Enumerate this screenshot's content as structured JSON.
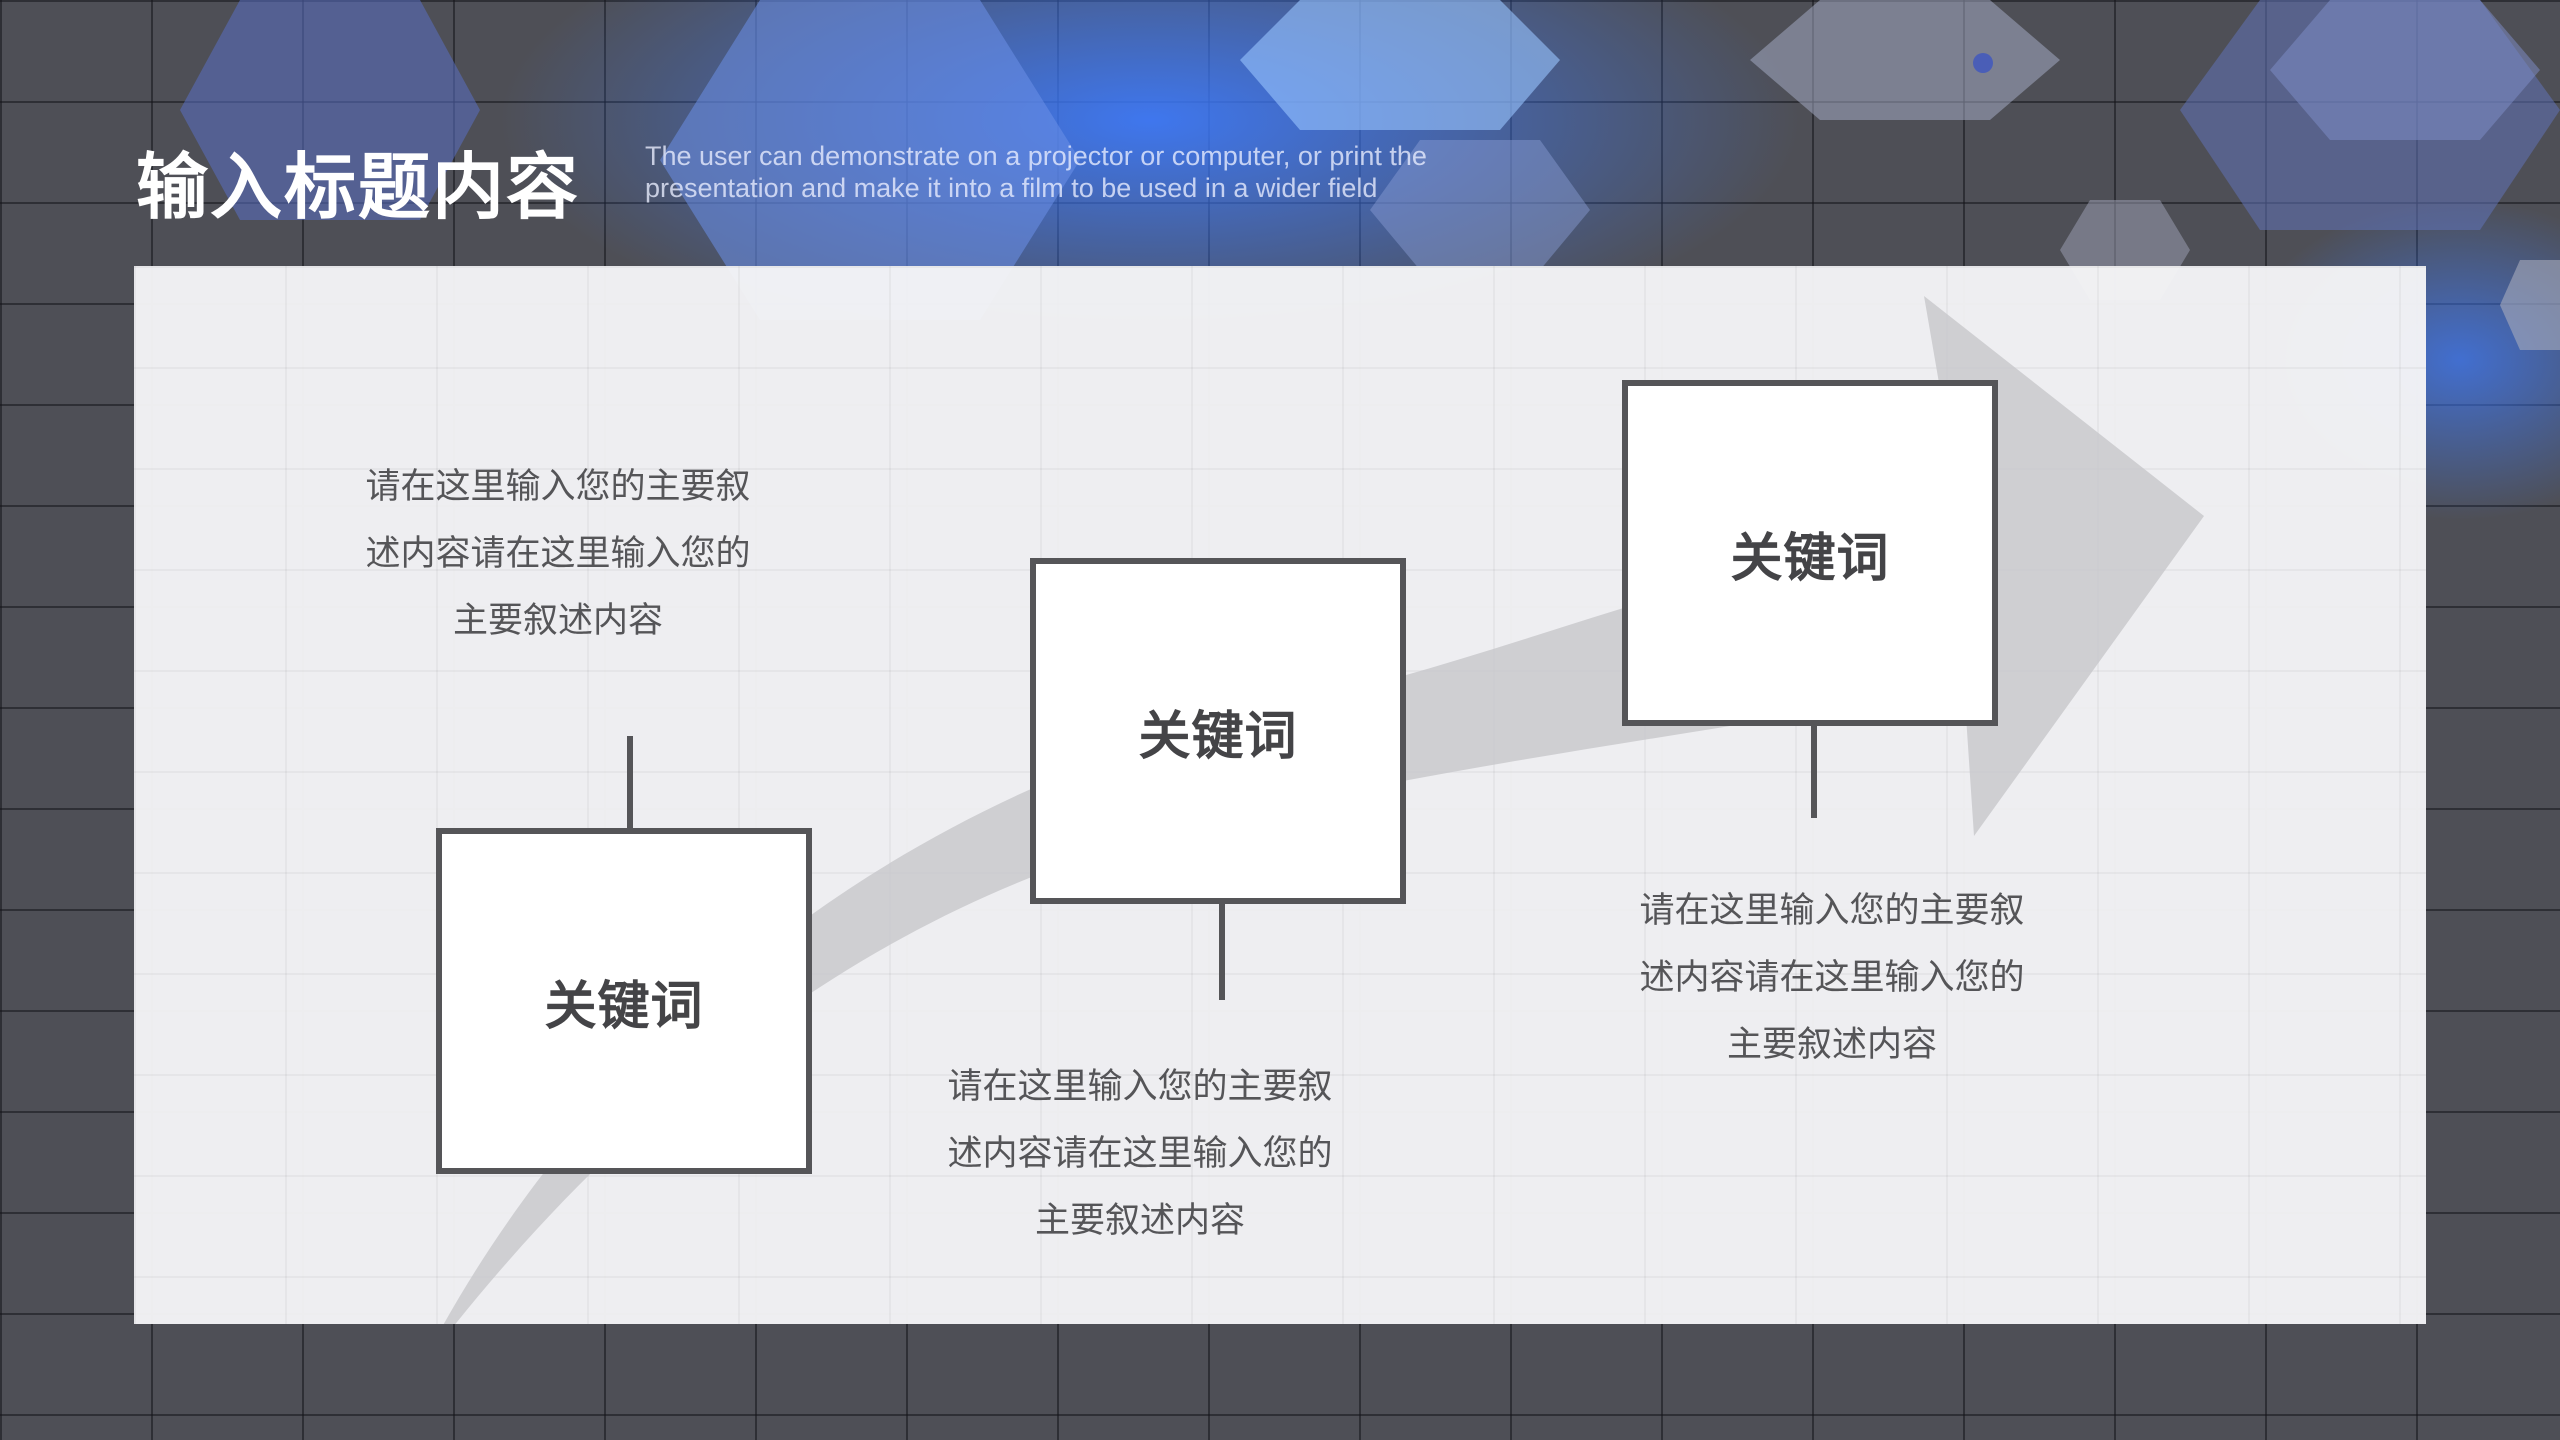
{
  "header": {
    "title": "输入标题内容",
    "subtitle": "The user can demonstrate on a projector or computer, or print the presentation and make it into a film to be used in a wider field"
  },
  "colors": {
    "accent": "#3d6cff",
    "background": "#4e4f56",
    "panel": "#f4f4f6",
    "box_border": "#555558",
    "arrow": "#c9c9cc"
  },
  "steps": [
    {
      "keyword": "关键词",
      "desc_lines": [
        "请在这里输入您的主要叙",
        "述内容请在这里输入您的",
        "主要叙述内容"
      ]
    },
    {
      "keyword": "关键词",
      "desc_lines": [
        "请在这里输入您的主要叙",
        "述内容请在这里输入您的",
        "主要叙述内容"
      ]
    },
    {
      "keyword": "关键词",
      "desc_lines": [
        "请在这里输入您的主要叙",
        "述内容请在这里输入您的",
        "主要叙述内容"
      ]
    }
  ]
}
